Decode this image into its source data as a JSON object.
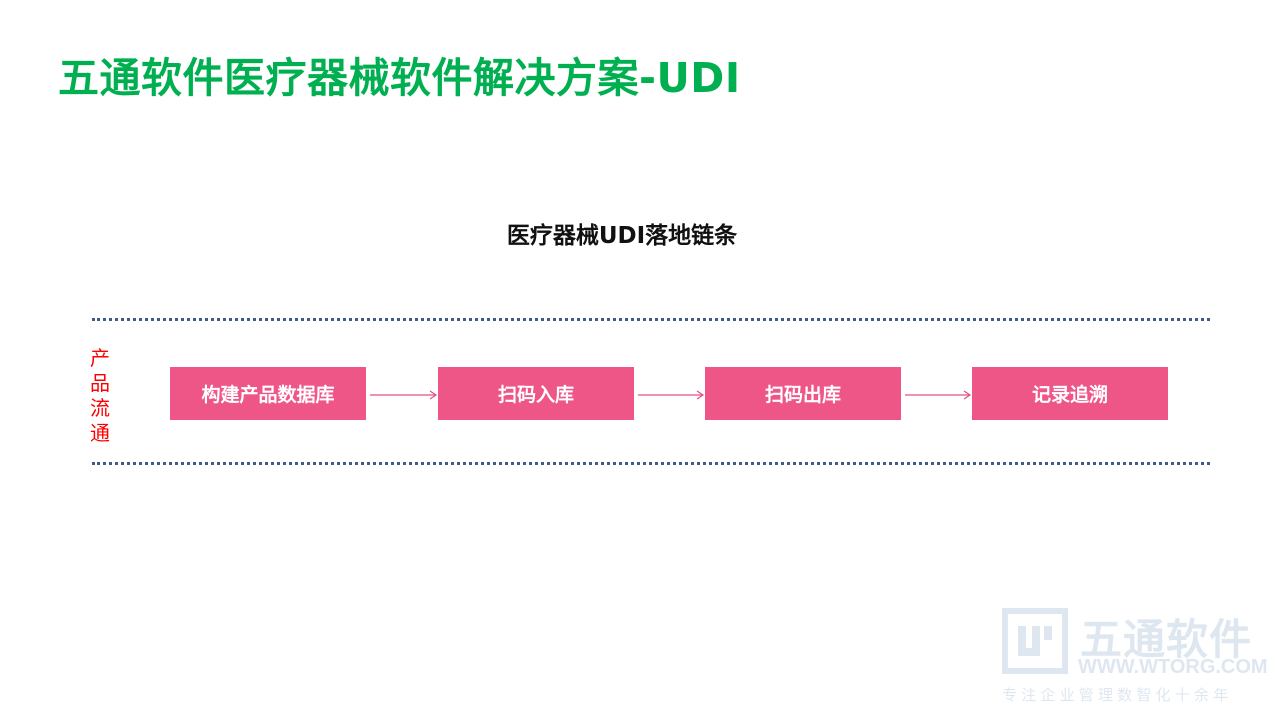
{
  "slide": {
    "title": "五通软件医疗器械软件解决方案-UDI",
    "subtitle": "医疗器械UDI落地链条"
  },
  "side_label": {
    "chars": [
      "产",
      "品",
      "流",
      "通"
    ]
  },
  "flow": {
    "steps": [
      {
        "label": "构建产品数据库"
      },
      {
        "label": "扫码入库"
      },
      {
        "label": "扫码出库"
      },
      {
        "label": "记录追溯"
      }
    ]
  },
  "watermark": {
    "name": "五通软件",
    "url": "WWW.WTORG.COM",
    "slogan": "专注企业管理数智化十余年"
  },
  "colors": {
    "title": "#00b050",
    "box": "#ee5688",
    "arrow": "#e2508a",
    "dotted_line": "#3f5b86",
    "side_label": "#ff0000",
    "watermark": "#dbe5ef"
  }
}
